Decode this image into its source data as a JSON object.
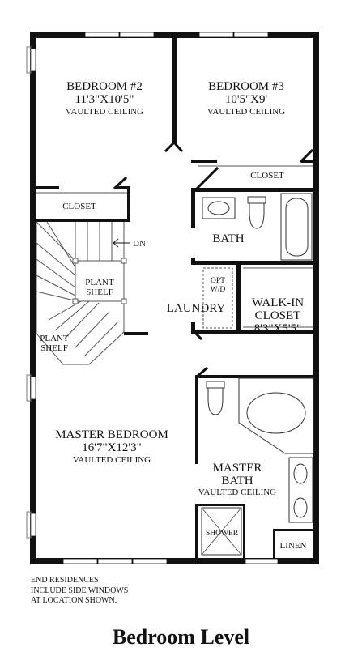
{
  "rooms": {
    "bedroom2": {
      "name": "BEDROOM #2",
      "size": "11'3\"X10'5\"",
      "note": "VAULTED CEILING"
    },
    "bedroom3": {
      "name": "BEDROOM #3",
      "size": "10'5\"X9'",
      "note": "VAULTED CEILING"
    },
    "closet_left": "CLOSET",
    "closet_right": "CLOSET",
    "bath": "BATH",
    "stair_dn": "DN",
    "plant_shelf_upper": [
      "PLANT",
      "SHELF"
    ],
    "plant_shelf_lower": [
      "PLANT",
      "SHELF"
    ],
    "opt_wd": [
      "OPT",
      "W/D"
    ],
    "laundry": "LAUNDRY",
    "walkin_closet": {
      "name": [
        "WALK-IN",
        "CLOSET"
      ],
      "size": "8'3\"X5'5\""
    },
    "master_bedroom": {
      "name": "MASTER BEDROOM",
      "size": "16'7\"X12'3\"",
      "note": "VAULTED CEILING"
    },
    "master_bath": {
      "name": [
        "MASTER",
        "BATH"
      ],
      "note": "VAULTED CEILING"
    },
    "shower": "SHOWER",
    "linen": "LINEN"
  },
  "notes": [
    "END RESIDENCES",
    "INCLUDE SIDE WINDOWS",
    "AT LOCATION SHOWN."
  ],
  "title": "Bedroom Level"
}
